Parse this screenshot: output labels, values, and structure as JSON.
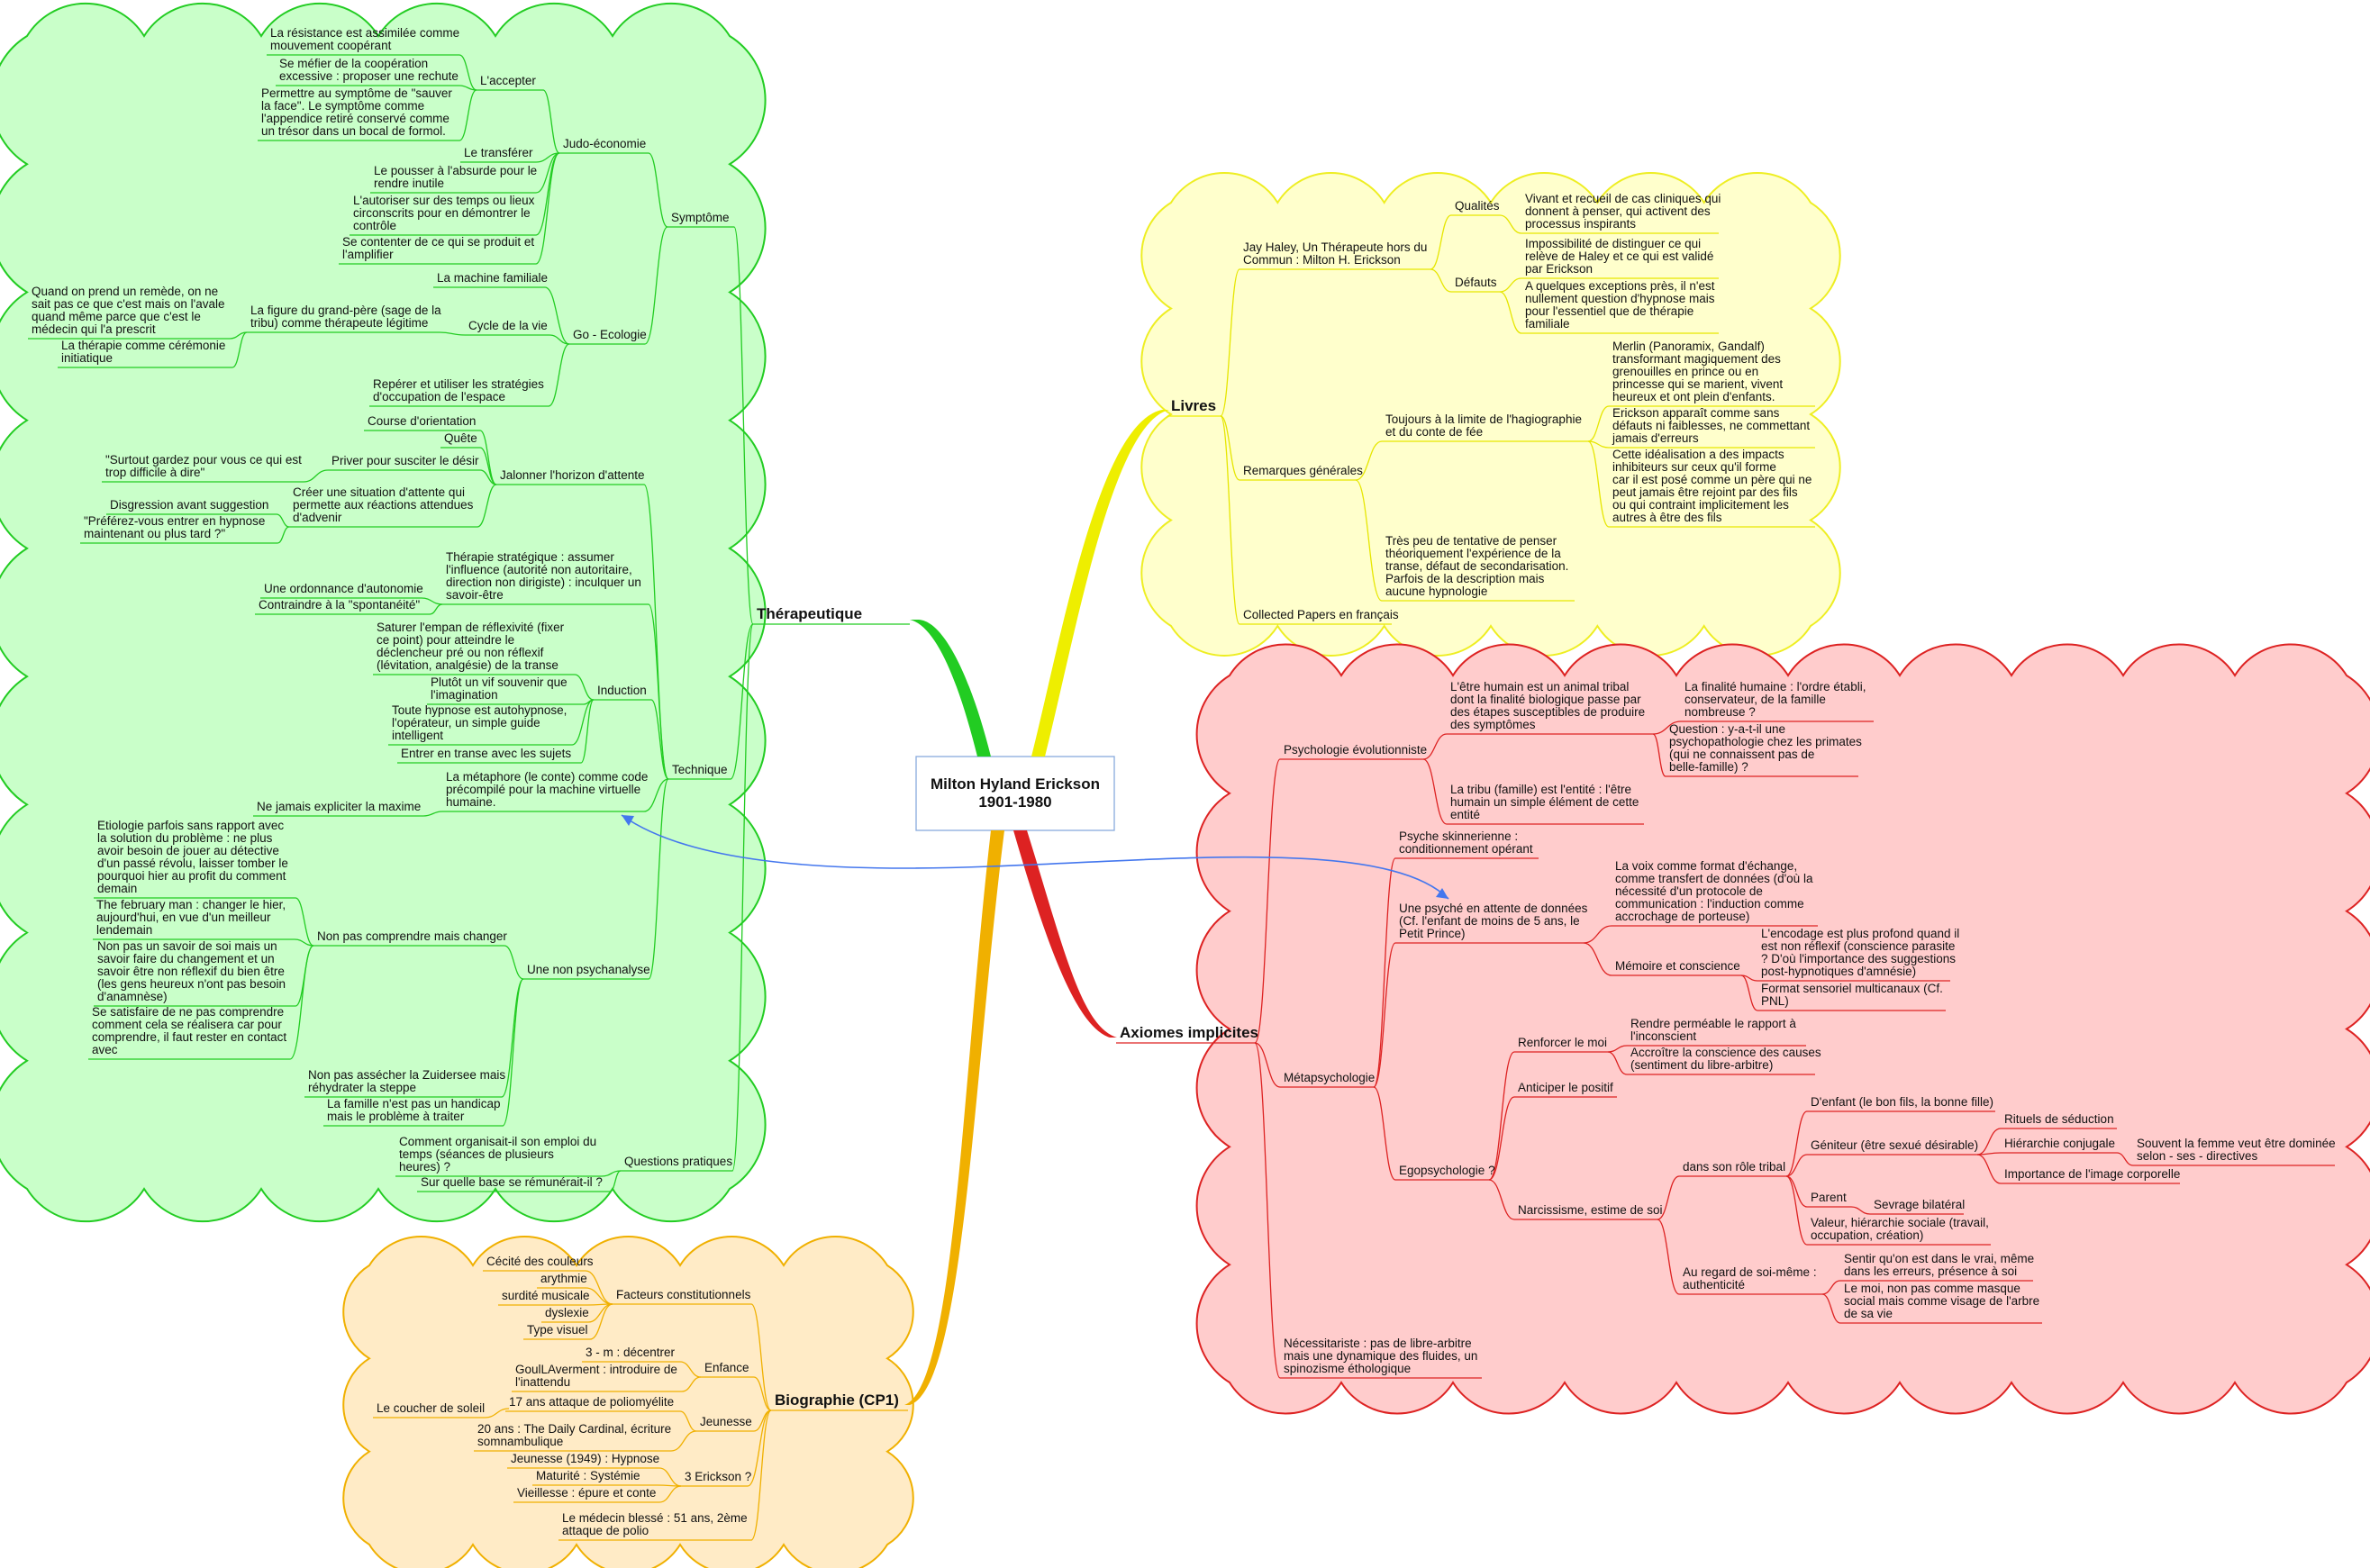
{
  "root": {
    "line1": "Milton Hyland Erickson",
    "line2": "1901-1980"
  },
  "branches": {
    "therapeutique": "Thérapeutique",
    "livres": "Livres",
    "axiomes": "Axiomes implicites",
    "biographie": "Biographie (CP1)"
  },
  "colors": {
    "therapeutique": "#22cc22",
    "livres": "#eeee00",
    "axiomes": "#dd2222",
    "biographie": "#f0b000",
    "link": "#4477ee"
  },
  "nodes": {
    "t_symptome": [
      "Symptôme"
    ],
    "t_judo": [
      "Judo-économie"
    ],
    "t_accepter": [
      "L'accepter"
    ],
    "t_acc1": [
      "La résistance est assimilée comme",
      "mouvement coopérant"
    ],
    "t_acc2": [
      "Se méfier de la coopération",
      "excessive : proposer une rechute"
    ],
    "t_acc3": [
      "Permettre au symptôme de \"sauver",
      "la face\". Le symptôme comme",
      "l'appendice retiré conservé comme",
      "un trésor dans un bocal de formol."
    ],
    "t_transferer": [
      "Le transférer"
    ],
    "t_absurde": [
      "Le pousser à l'absurde pour le",
      "rendre inutile"
    ],
    "t_autoriser": [
      "L'autoriser sur des temps ou lieux",
      "circonscrits pour en démontrer le",
      "contrôle"
    ],
    "t_contenter": [
      "Se contenter de ce qui se produit et",
      "l'amplifier"
    ],
    "t_goeco": [
      "Go - Ecologie"
    ],
    "t_machine": [
      "La machine familiale"
    ],
    "t_cycle": [
      "Cycle de la vie"
    ],
    "t_grandpere": [
      "La figure du grand-père (sage de la",
      "tribu) comme thérapeute légitime"
    ],
    "t_remede": [
      "Quand on prend un remède, on ne",
      "sait pas ce que c'est mais on l'avale",
      "quand même parce que c'est le",
      "médecin qui l'a prescrit"
    ],
    "t_ceremonie": [
      "La thérapie comme cérémonie",
      "initiatique"
    ],
    "t_espace": [
      "Repérer et utiliser les stratégies",
      "d'occupation de l'espace"
    ],
    "t_technique": [
      "Technique"
    ],
    "t_horizon": [
      "Jalonner l'horizon d'attente"
    ],
    "t_course": [
      "Course d'orientation"
    ],
    "t_quete": [
      "Quête"
    ],
    "t_priver": [
      "Priver pour susciter le désir"
    ],
    "t_gardez": [
      "\"Surtout gardez pour vous ce qui est",
      "trop difficile à dire\""
    ],
    "t_creer": [
      "Créer une situation d'attente qui",
      "permette aux réactions attendues",
      "d'advenir"
    ],
    "t_disgression": [
      "Disgression avant suggestion"
    ],
    "t_preferez": [
      "\"Préférez-vous entrer en hypnose",
      "maintenant ou plus tard ?\""
    ],
    "t_strategique": [
      "Thérapie stratégique : assumer",
      "l'influence  (autorité non autoritaire,",
      "direction non dirigiste) : inculquer un",
      "savoir-être"
    ],
    "t_ordonnance": [
      "Une ordonnance d'autonomie"
    ],
    "t_contraindre": [
      "Contraindre à la \"spontanéité\""
    ],
    "t_induction": [
      "Induction"
    ],
    "t_saturer": [
      "Saturer l'empan de réflexivité (fixer",
      "ce point) pour atteindre le",
      "déclencheur pré ou non réflexif",
      "(lévitation, analgésie) de la transe"
    ],
    "t_plutot": [
      "Plutôt un vif souvenir que",
      "l'imagination"
    ],
    "t_toute": [
      "Toute hypnose est autohypnose,",
      "l'opérateur, un simple guide",
      "intelligent"
    ],
    "t_entrer": [
      "Entrer en transe avec les sujets"
    ],
    "t_metaphore": [
      "La métaphore (le conte) comme code",
      "précompilé pour la machine virtuelle",
      "humaine."
    ],
    "t_jamais": [
      "Ne jamais expliciter la maxime"
    ],
    "t_nonpsy": [
      "Une non psychanalyse"
    ],
    "t_nonpas": [
      "Non pas comprendre mais changer"
    ],
    "t_etiologie": [
      "Etiologie parfois sans rapport avec",
      "la solution du problème : ne plus",
      "avoir besoin de jouer au détective",
      "d'un passé révolu, laisser tomber le",
      "pourquoi hier au profit du comment",
      "demain"
    ],
    "t_february": [
      "The february man : changer le hier,",
      "aujourd'hui, en vue d'un meilleur",
      "lendemain"
    ],
    "t_nonpassavoir": [
      "Non pas un savoir de soi mais un",
      "savoir faire du changement et un",
      "savoir être non réflexif du bien être",
      "(les gens heureux n'ont pas besoin",
      "d'anamnèse)"
    ],
    "t_satisfaire": [
      "Se satisfaire de ne pas comprendre",
      "comment cela se réalisera car pour",
      "comprendre, il faut rester en contact",
      "avec"
    ],
    "t_zuidersee": [
      "Non pas assécher la Zuidersee mais",
      "réhydrater la steppe"
    ],
    "t_famille": [
      "La famille n'est pas un handicap",
      "mais le problème à traiter"
    ],
    "t_questions": [
      "Questions pratiques"
    ],
    "t_emploi": [
      "Comment organisait-il son emploi du",
      "temps (séances de plusieurs",
      "heures) ?"
    ],
    "t_remunerait": [
      "Sur quelle base se rémunérait-il ?"
    ],
    "l_jay": [
      "Jay Haley, Un Thérapeute hors du",
      "Commun : Milton H. Erickson"
    ],
    "l_qualites": [
      "Qualités"
    ],
    "l_vivant": [
      "Vivant et recueil de cas cliniques qui",
      "donnent à penser, qui activent des",
      "processus inspirants"
    ],
    "l_defauts": [
      "Défauts"
    ],
    "l_impossibilite": [
      "Impossibilité de distinguer ce qui",
      "relève de Haley et ce qui est validé",
      "par Erickson"
    ],
    "l_quelques": [
      "A quelques exceptions près, il n'est",
      "nullement question d'hypnose mais",
      "pour l'essentiel que de thérapie",
      "familiale"
    ],
    "l_remarques": [
      "Remarques générales"
    ],
    "l_toujours": [
      "Toujours à la limite de l'hagiographie",
      "et du conte de fée"
    ],
    "l_merlin": [
      "Merlin (Panoramix, Gandalf)",
      "transformant magiquement des",
      "grenouilles en prince ou en",
      "princesse qui se marient, vivent",
      "heureux et ont plein d'enfants."
    ],
    "l_apparait": [
      "Erickson apparaît comme sans",
      "défauts ni faiblesses, ne commettant",
      "jamais d'erreurs"
    ],
    "l_idealisation": [
      "Cette idéalisation a des impacts",
      "inhibiteurs sur ceux qu'il forme",
      "car il est posé comme un père qui ne",
      "peut jamais être rejoint par des fils",
      "ou qui contraint implicitement les",
      "autres à être des fils"
    ],
    "l_trespeu": [
      "Très peu de tentative de penser",
      "théoriquement l'expérience de la",
      "transe, défaut de secondarisation.",
      "Parfois de la description mais",
      "aucune hypnologie"
    ],
    "l_collected": [
      "Collected Papers en français"
    ],
    "a_psycho": [
      "Psychologie évolutionniste"
    ],
    "a_animal": [
      "L'être humain est un animal tribal",
      "dont la finalité biologique passe par",
      "des étapes susceptibles de produire",
      "des symptômes"
    ],
    "a_finalite": [
      "La finalité humaine : l'ordre établi,",
      "conservateur, de la famille",
      "nombreuse ?"
    ],
    "a_question": [
      "Question : y-a-t-il une",
      "psychopathologie chez les primates",
      "(qui ne connaissent pas de",
      "belle-famille) ?"
    ],
    "a_tribu": [
      "La tribu (famille) est l'entité : l'être",
      "humain un simple élément de cette",
      "entité"
    ],
    "a_meta": [
      "Métapsychologie"
    ],
    "a_skinner": [
      "Psyche skinnerienne :",
      "conditionnement opérant"
    ],
    "a_attente": [
      "Une psyché en attente de données",
      "(Cf. l'enfant de moins de 5 ans, le",
      "Petit Prince)"
    ],
    "a_voix": [
      "La voix comme format d'échange,",
      "comme transfert de données (d'où la",
      "nécessité d'un protocole de",
      "communication : l'induction comme",
      "accrochage de porteuse)"
    ],
    "a_memoire": [
      "Mémoire et conscience"
    ],
    "a_encodage": [
      "L'encodage est plus profond quand il",
      "est non réflexif (conscience parasite",
      "? D'où l'importance des suggestions",
      "post-hypnotiques d'amnésie)"
    ],
    "a_format": [
      "Format sensoriel multicanaux (Cf.",
      "PNL)"
    ],
    "a_ego": [
      "Egopsychologie ?"
    ],
    "a_renforcer": [
      "Renforcer le moi"
    ],
    "a_permeable": [
      "Rendre perméable le rapport à",
      "l'inconscient"
    ],
    "a_accroitre": [
      "Accroître la conscience des causes",
      "(sentiment du libre-arbitre)"
    ],
    "a_anticiper": [
      "Anticiper le positif"
    ],
    "a_narcissisme": [
      "Narcissisme, estime de soi"
    ],
    "a_role": [
      "dans son rôle tribal"
    ],
    "a_enfant": [
      "D'enfant (le bon fils, la bonne fille)"
    ],
    "a_geniteur": [
      "Géniteur (être sexué désirable)"
    ],
    "a_rituels": [
      "Rituels de séduction"
    ],
    "a_hierarchie": [
      "Hiérarchie conjugale"
    ],
    "a_souvent": [
      "Souvent la femme veut être dominée",
      "selon - ses - directives"
    ],
    "a_importance": [
      "Importance de l'image corporelle"
    ],
    "a_parent": [
      "Parent"
    ],
    "a_sevrage": [
      "Sevrage bilatéral"
    ],
    "a_valeur": [
      "Valeur, hiérarchie sociale (travail,",
      "occupation, création)"
    ],
    "a_regard": [
      "Au regard de soi-même :",
      "authenticité"
    ],
    "a_sentir": [
      "Sentir qu'on est dans le vrai, même",
      "dans les erreurs, présence à soi"
    ],
    "a_moi": [
      "Le moi, non pas comme masque",
      "social mais comme visage de l'arbre",
      "de sa vie"
    ],
    "a_necessitariste": [
      "Nécessitariste : pas de libre-arbitre",
      "mais une dynamique des fluides, un",
      "spinozisme éthologique"
    ],
    "b_facteurs": [
      "Facteurs constitutionnels"
    ],
    "b_cecite": [
      "Cécité des couleurs"
    ],
    "b_arythmie": [
      "arythmie"
    ],
    "b_surdite": [
      "surdité musicale"
    ],
    "b_dyslexie": [
      "dyslexie"
    ],
    "b_type": [
      "Type visuel"
    ],
    "b_enfance": [
      "Enfance"
    ],
    "b_3m": [
      "3 - m : décentrer"
    ],
    "b_goul": [
      "GoulLAverment : introduire de",
      "l'inattendu"
    ],
    "b_coucher": [
      "Le coucher de soleil"
    ],
    "b_jeunesse": [
      "Jeunesse"
    ],
    "b_17ans": [
      "17 ans attaque de poliomyélite"
    ],
    "b_20ans": [
      "20 ans : The Daily Cardinal, écriture",
      "somnambulique"
    ],
    "b_3erickson": [
      "3 Erickson ?"
    ],
    "b_jeun1949": [
      "Jeunesse (1949) : Hypnose"
    ],
    "b_maturite": [
      "Maturité : Systémie"
    ],
    "b_vieillesse": [
      "Vieillesse : épure et conte"
    ],
    "b_medecin": [
      "Le médecin blessé : 51 ans, 2ème",
      "attaque de polio"
    ]
  }
}
